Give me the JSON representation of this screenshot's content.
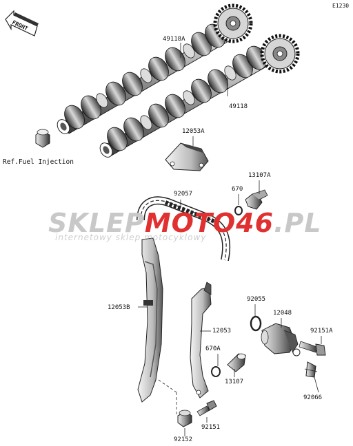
{
  "diagram_code": "E1230",
  "front_label": "FRONT",
  "reference_note": "Ref.Fuel Injection",
  "watermark": {
    "prefix": "SKLEP",
    "highlight": "MOTO46",
    "suffix": ".PL",
    "tagline": "internetowy sklep motocyklowy",
    "highlight_color": "#e03030",
    "base_color": "#c8c8c8"
  },
  "part_labels": {
    "p49118A": "49118A",
    "p49118": "49118",
    "p12053A": "12053A",
    "p13107A": "13107A",
    "p670": "670",
    "p92057": "92057",
    "p12053B": "12053B",
    "p12053": "12053",
    "p92055": "92055",
    "p12048": "12048",
    "p92151A": "92151A",
    "p670A": "670A",
    "p13107": "13107",
    "p92066": "92066",
    "p92152": "92152",
    "p92151": "92151"
  }
}
